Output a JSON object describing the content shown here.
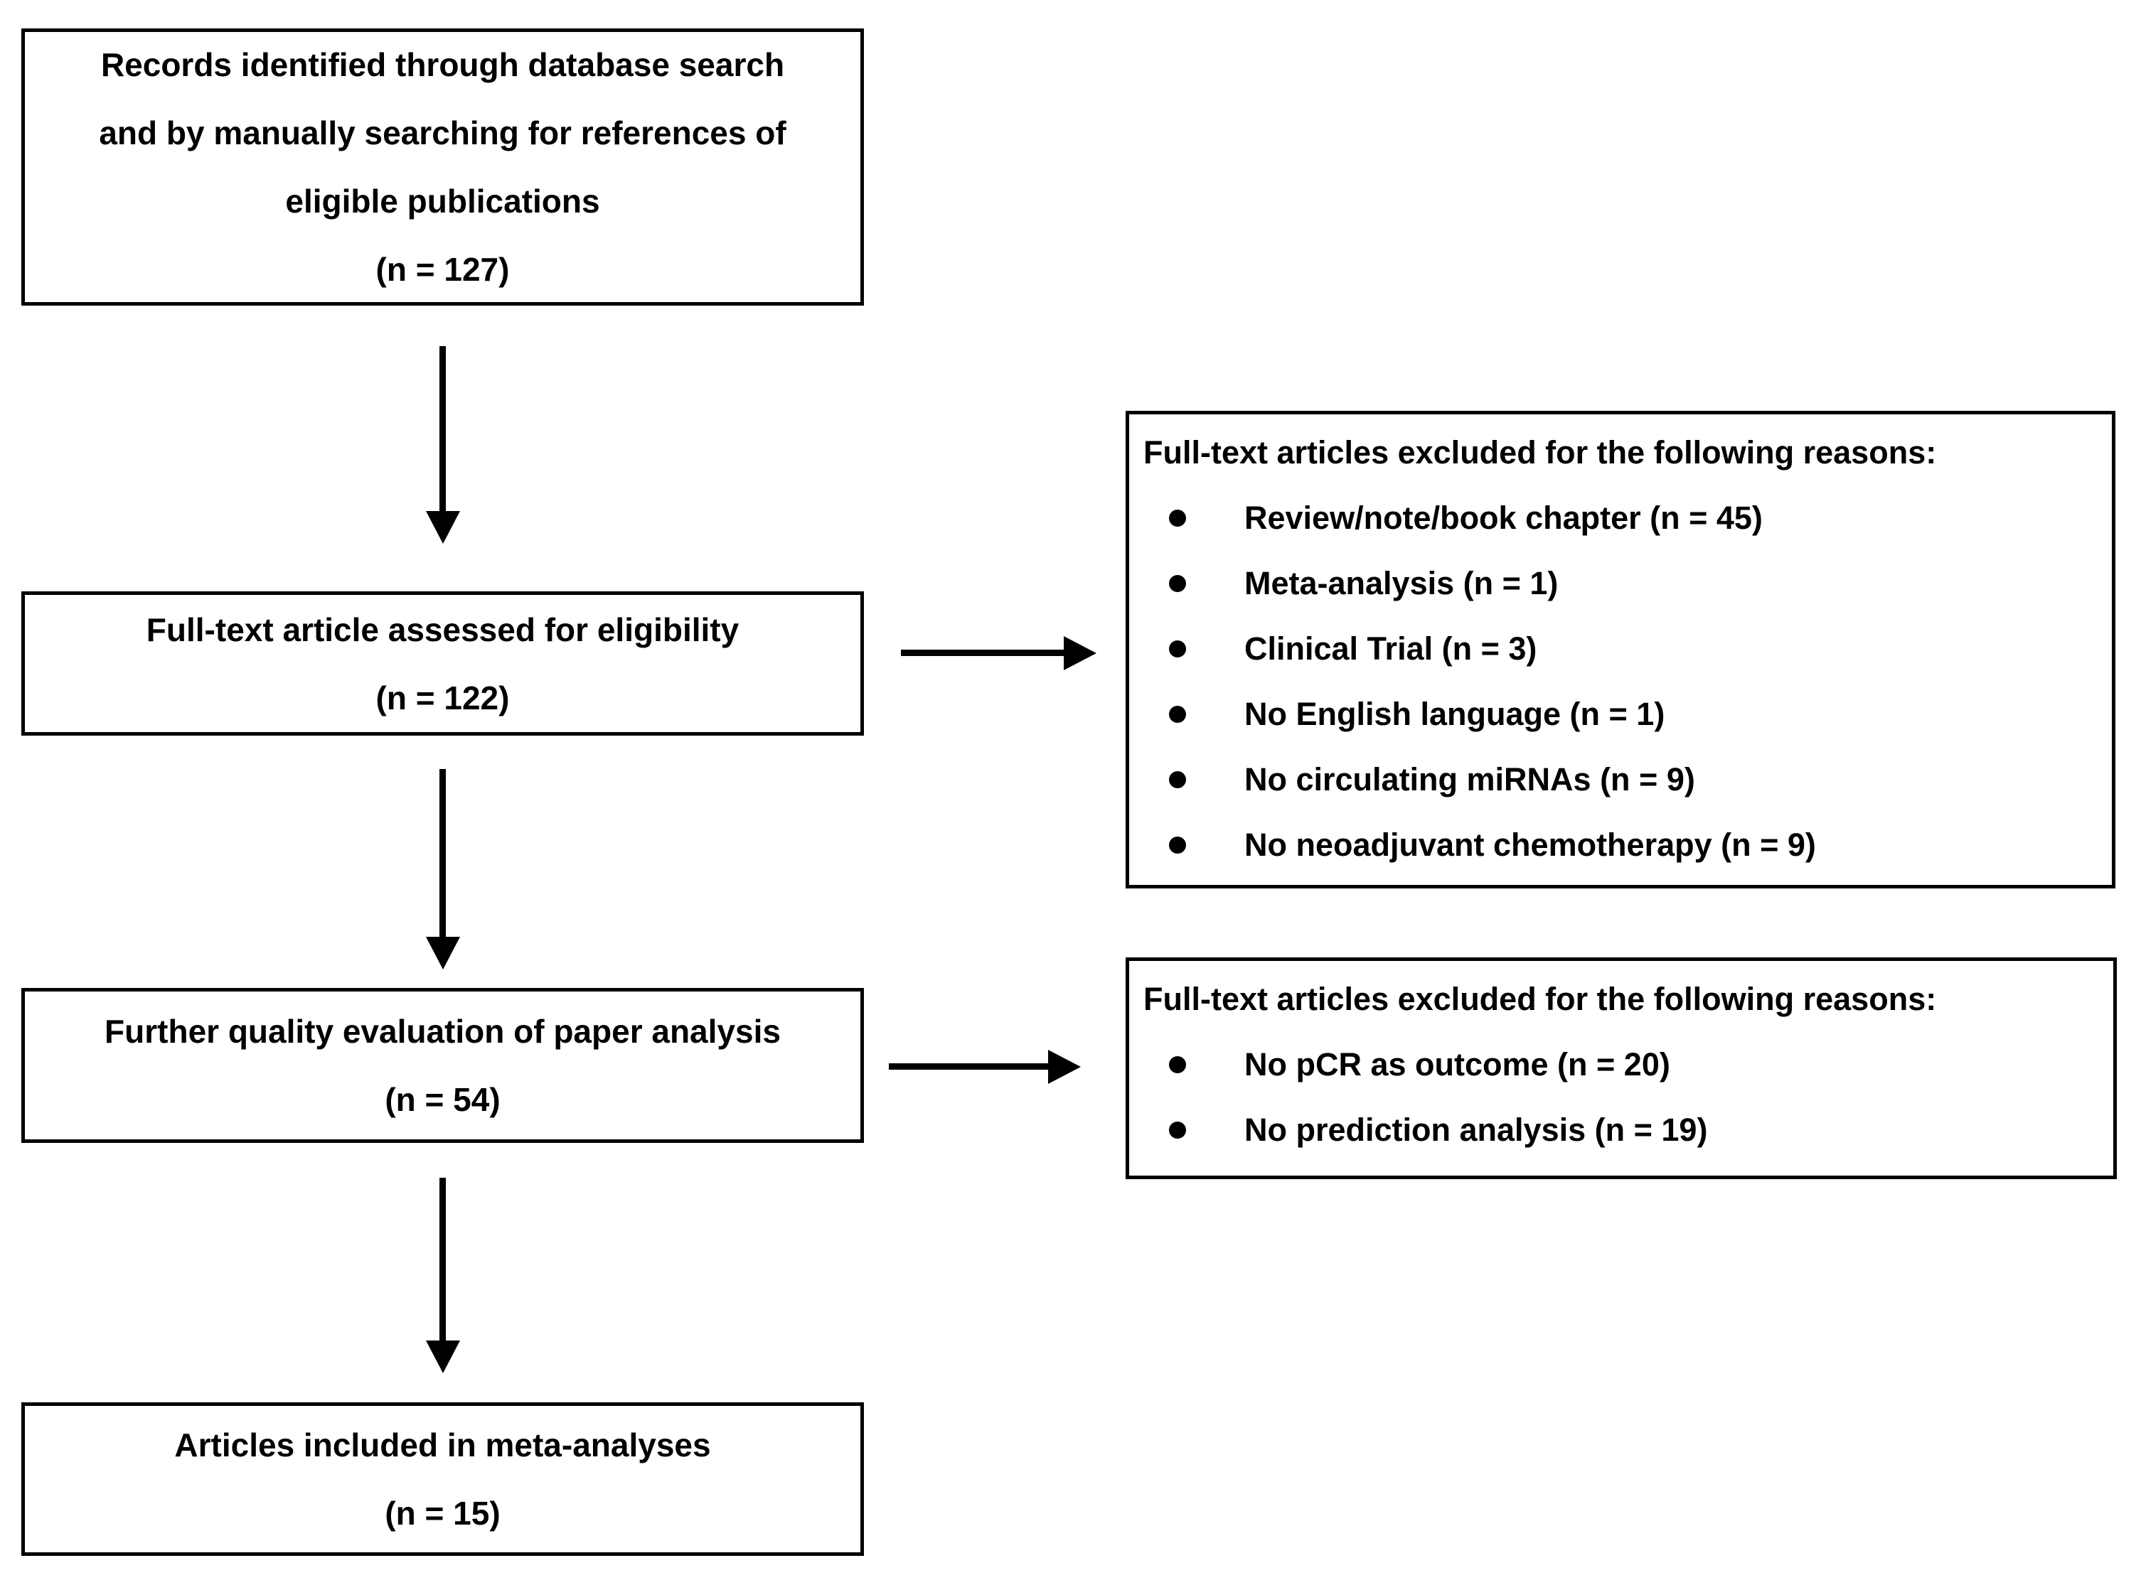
{
  "flowchart": {
    "colors": {
      "border": "#000000",
      "text": "#000000",
      "background": "#ffffff"
    },
    "left_boxes": [
      {
        "line1": "Records identified through database search",
        "line2": "and by manually searching for references of",
        "line3": "eligible publications",
        "count": "(n = 127)"
      },
      {
        "line1": "Full-text article assessed for eligibility",
        "count": "(n = 122)"
      },
      {
        "line1": "Further quality evaluation of paper analysis",
        "count": "(n = 54)"
      },
      {
        "line1": "Articles included in meta-analyses",
        "count": "(n = 15)"
      }
    ],
    "exclusion_boxes": [
      {
        "title": "Full-text articles excluded for the following reasons:",
        "items": [
          "Review/note/book chapter (n = 45)",
          "Meta-analysis (n = 1)",
          "Clinical Trial (n = 3)",
          "No English language (n = 1)",
          "No circulating miRNAs (n = 9)",
          "No neoadjuvant chemotherapy (n = 9)"
        ]
      },
      {
        "title": "Full-text articles excluded for the following reasons:",
        "items": [
          "No pCR as outcome (n = 20)",
          "No prediction analysis (n = 19)"
        ]
      }
    ]
  }
}
